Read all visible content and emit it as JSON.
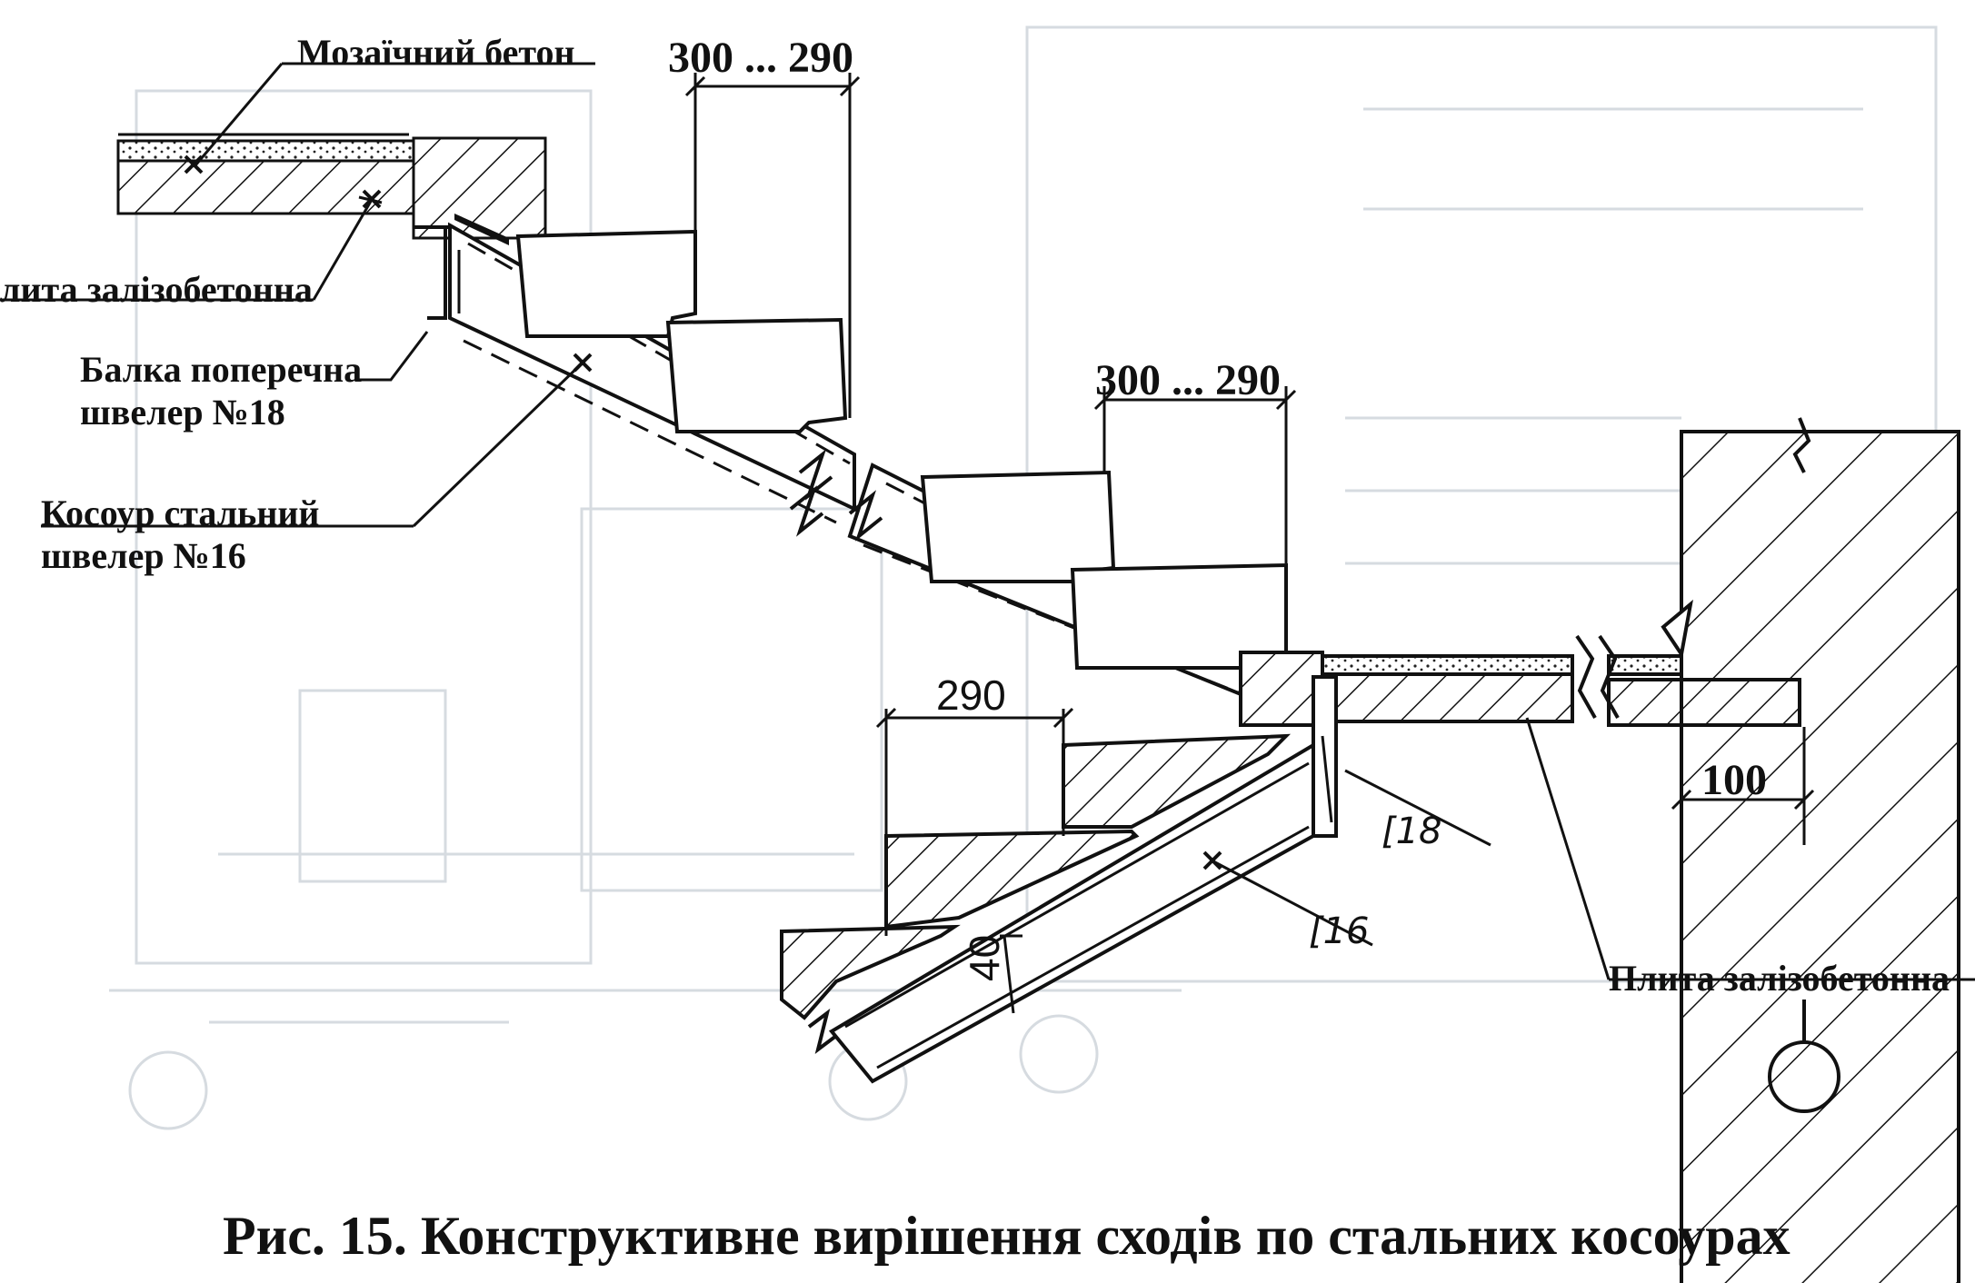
{
  "labels": {
    "mosaic_concrete": "Мозаїчний бетон",
    "slab_top": "лита залізобетонна",
    "cross_beam": "Балка поперечна",
    "channel_18": "швелер №18",
    "steel_stringer": "Косоур стальний",
    "channel_16": "швелер №16",
    "slab_bottom": "Плита залізобетонна",
    "c18": "[18",
    "c16": "[16"
  },
  "dimensions": {
    "top_left": "300 ... 290",
    "top_middle": "300 ... 290",
    "lower_tread": "290",
    "wall_offset": "100",
    "stringer_depth": "40"
  },
  "caption": "Рис. 15. Конструктивне вирішення сходів по стальних косоурах"
}
